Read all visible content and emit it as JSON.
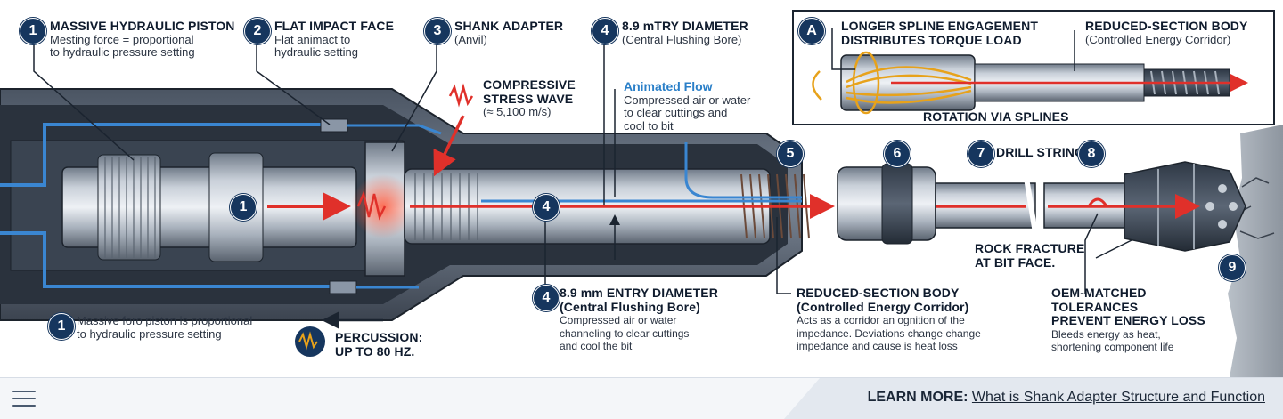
{
  "labels": {
    "piston": {
      "num": "1",
      "title": "MASSIVE HYDRAULIC PISTON",
      "sub1": "Mesting force = proportional",
      "sub2": "to hydraulic pressure setting"
    },
    "impact_face": {
      "num": "2",
      "title": "FLAT IMPACT FACE",
      "sub1": "Flat animact to",
      "sub2": "hydraulic setting"
    },
    "shank": {
      "num": "3",
      "title": "SHANK ADAPTER",
      "sub1": "(Anvil)"
    },
    "top_diameter": {
      "num": "4",
      "title": "8.9 mTRY DIAMETER",
      "sub1": "(Central Flushing Bore)"
    },
    "stress_wave": {
      "title1": "COMPRESSIVE",
      "title2": "STRESS WAVE",
      "sub1": "(≈ 5,100 m/s)"
    },
    "flow": {
      "title": "Animated Flow",
      "sub1": "Compressed air or water",
      "sub2": "to clear cuttings and",
      "sub3": "cool to bit"
    },
    "piston_note": {
      "num": "1",
      "line1": "Massive foro piston is proportional",
      "line2": "to hydraulic pressure setting"
    },
    "percussion": {
      "line1": "PERCUSSION:",
      "line2": "UP TO 80 HZ."
    },
    "entry_diameter": {
      "num": "4",
      "title1": "8.9 mm ENTRY DIAMETER",
      "title2": "(Central Flushing Bore)",
      "sub1": "Compressed air or water",
      "sub2": "channeling to clear cuttings",
      "sub3": "and cool the bit"
    },
    "reduced_body": {
      "title1": "REDUCED-SECTION BODY",
      "title2": "(Controlled Energy Corridor)",
      "sub1": "Acts as a corridor an ognition of the",
      "sub2": "impedance. Deviations change change",
      "sub3": "impedance and cause is heat loss"
    },
    "rock_fracture": {
      "line1": "ROCK FRACTURE",
      "line2": "AT BIT FACE."
    },
    "oem": {
      "title1": "OEM-MATCHED TOLERANCES",
      "title2": "PREVENT ENERGY LOSS",
      "sub1": "Bleeds energy as heat,",
      "sub2": "shortening component life"
    },
    "drill_string": {
      "num": "7",
      "title": "DRILL STRING"
    }
  },
  "badges": {
    "b1": "1",
    "b4": "4",
    "b5": "5",
    "b6": "6",
    "b8": "8",
    "b9": "9"
  },
  "inset": {
    "badge": "A",
    "spline": {
      "title1": "LONGER SPLINE ENGAGEMENT",
      "title2": "DISTRIBUTES TORQUE LOAD"
    },
    "body": {
      "title1": "REDUCED-SECTION BODY",
      "sub1": "(Controlled Energy Corridor)"
    },
    "rotation": "ROTATION VIA SPLINES"
  },
  "footer": {
    "menu_icon": "hamburger-menu-icon",
    "learn_label": "LEARN MORE:",
    "learn_link": "What is Shank Adapter Structure and Function"
  },
  "colors": {
    "navy": "#16365e",
    "steel": "#8a96a6",
    "red": "#e0302a",
    "blue": "#2a7fc8",
    "amber": "#e7a21b"
  }
}
